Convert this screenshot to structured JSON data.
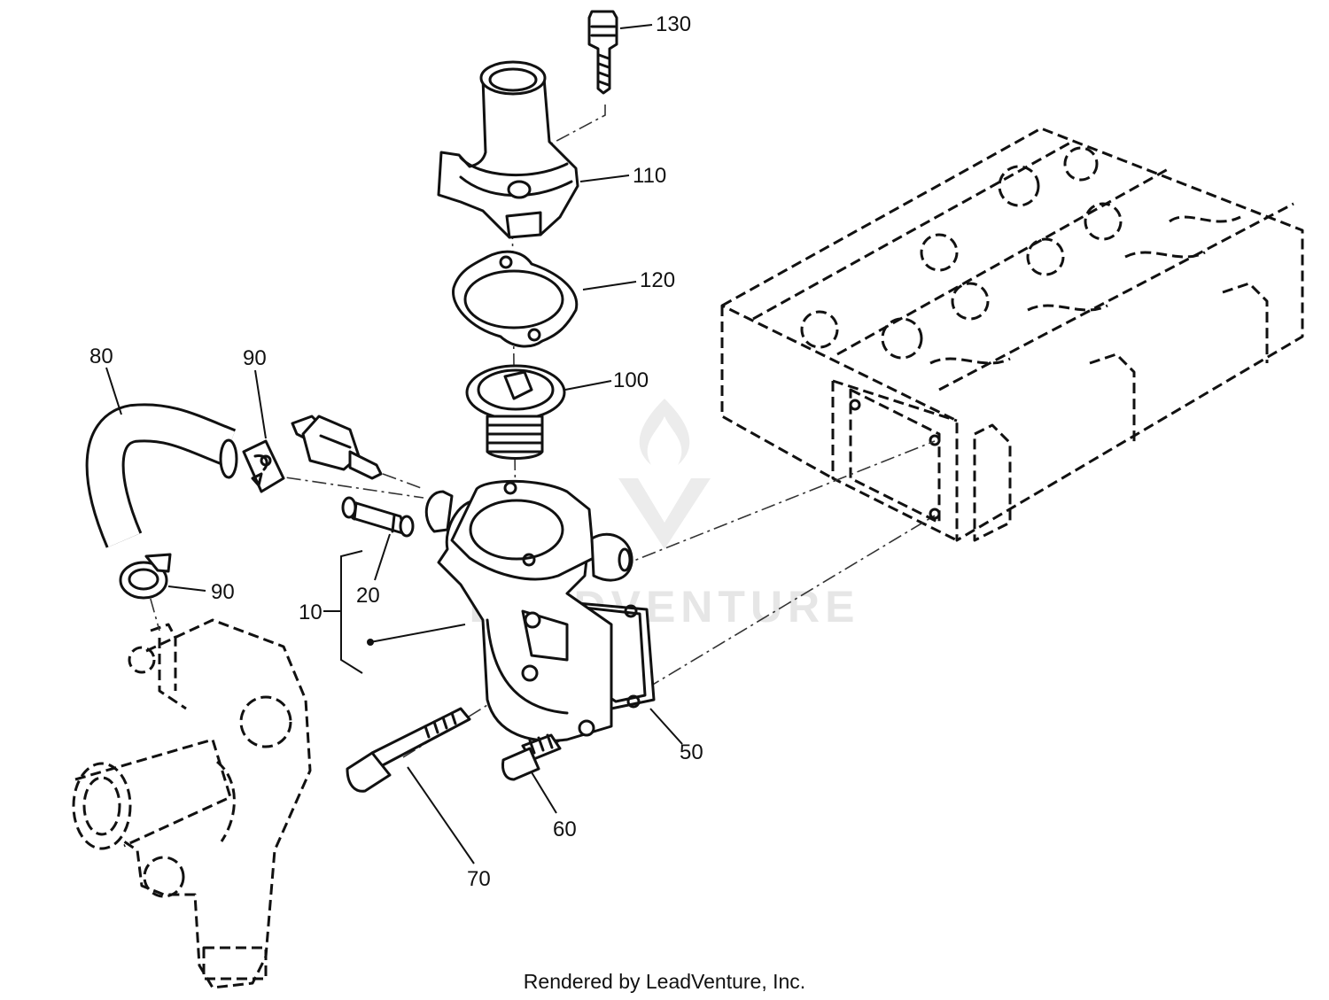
{
  "callouts": {
    "c130": "130",
    "c110": "110",
    "c120": "120",
    "c100": "100",
    "c80": "80",
    "c90a": "90",
    "c90b": "90",
    "c20": "20",
    "c10": "10",
    "c50": "50",
    "c60": "60",
    "c70": "70"
  },
  "watermark": "LEADVENTURE",
  "footer": "Rendered by LeadVenture, Inc."
}
